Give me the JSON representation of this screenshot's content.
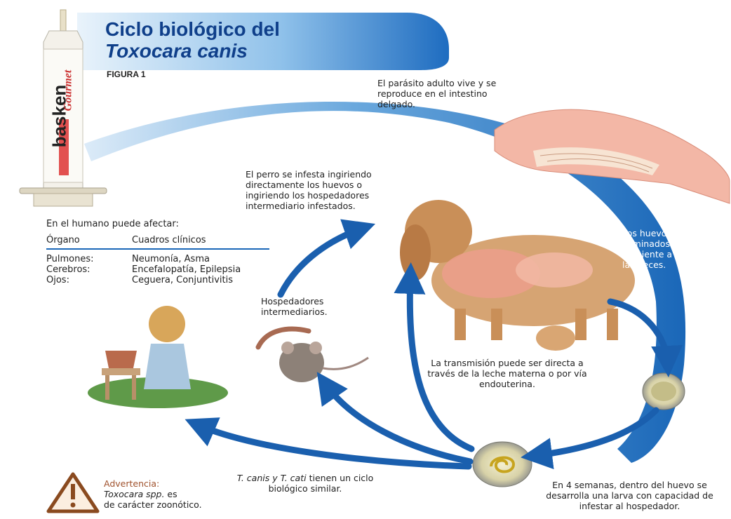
{
  "header": {
    "title_line1": "Ciclo biológico del",
    "title_line2": "Toxocara canis",
    "figure_label": "FIGURA 1"
  },
  "product": {
    "brand": "basken",
    "sub_brand": "Gourmet"
  },
  "captions": {
    "adult": "El parásito adulto vive y se reproduce en el intestino delgado.",
    "dog_infection": "El perro se infesta ingiriendo directamente los huevos  o ingiriendo los hospedadores intermediario infestados.",
    "eggs_eliminated": "Los huevos son eliminados al medio ambiente a través de las heces.",
    "hosts": "Hospedadores intermediarios.",
    "transmission": "La transmisión puede ser directa a través de la leche materna o por vía endouterina.",
    "larva": "En 4 semanas, dentro del huevo se desarrolla una larva con capacidad de infestar al hospedador.",
    "cycle_prefix": "T. canis y T. cati",
    "cycle_rest": " tienen un ciclo biológico similar."
  },
  "human_table": {
    "heading": "En el humano puede afectar:",
    "col1": "Órgano",
    "col2": "Cuadros clínicos",
    "rows": [
      {
        "organ": "Pulmones:",
        "condition": "Neumonía, Asma"
      },
      {
        "organ": "Cerebros:",
        "condition": "Encefalopatía, Epilepsia"
      },
      {
        "organ": "Ojos:",
        "condition": "Ceguera, Conjuntivitis"
      }
    ]
  },
  "warning": {
    "title": "Advertencia:",
    "line2_italic": "Toxocara spp.",
    "line2_rest": " es",
    "line3": "de carácter zoonótico."
  },
  "colors": {
    "arc_blue": "#1a67b8",
    "banner_blue": "#2b7cc9",
    "title_blue": "#0f3f8a",
    "warning_brown": "#8a4a1f"
  }
}
